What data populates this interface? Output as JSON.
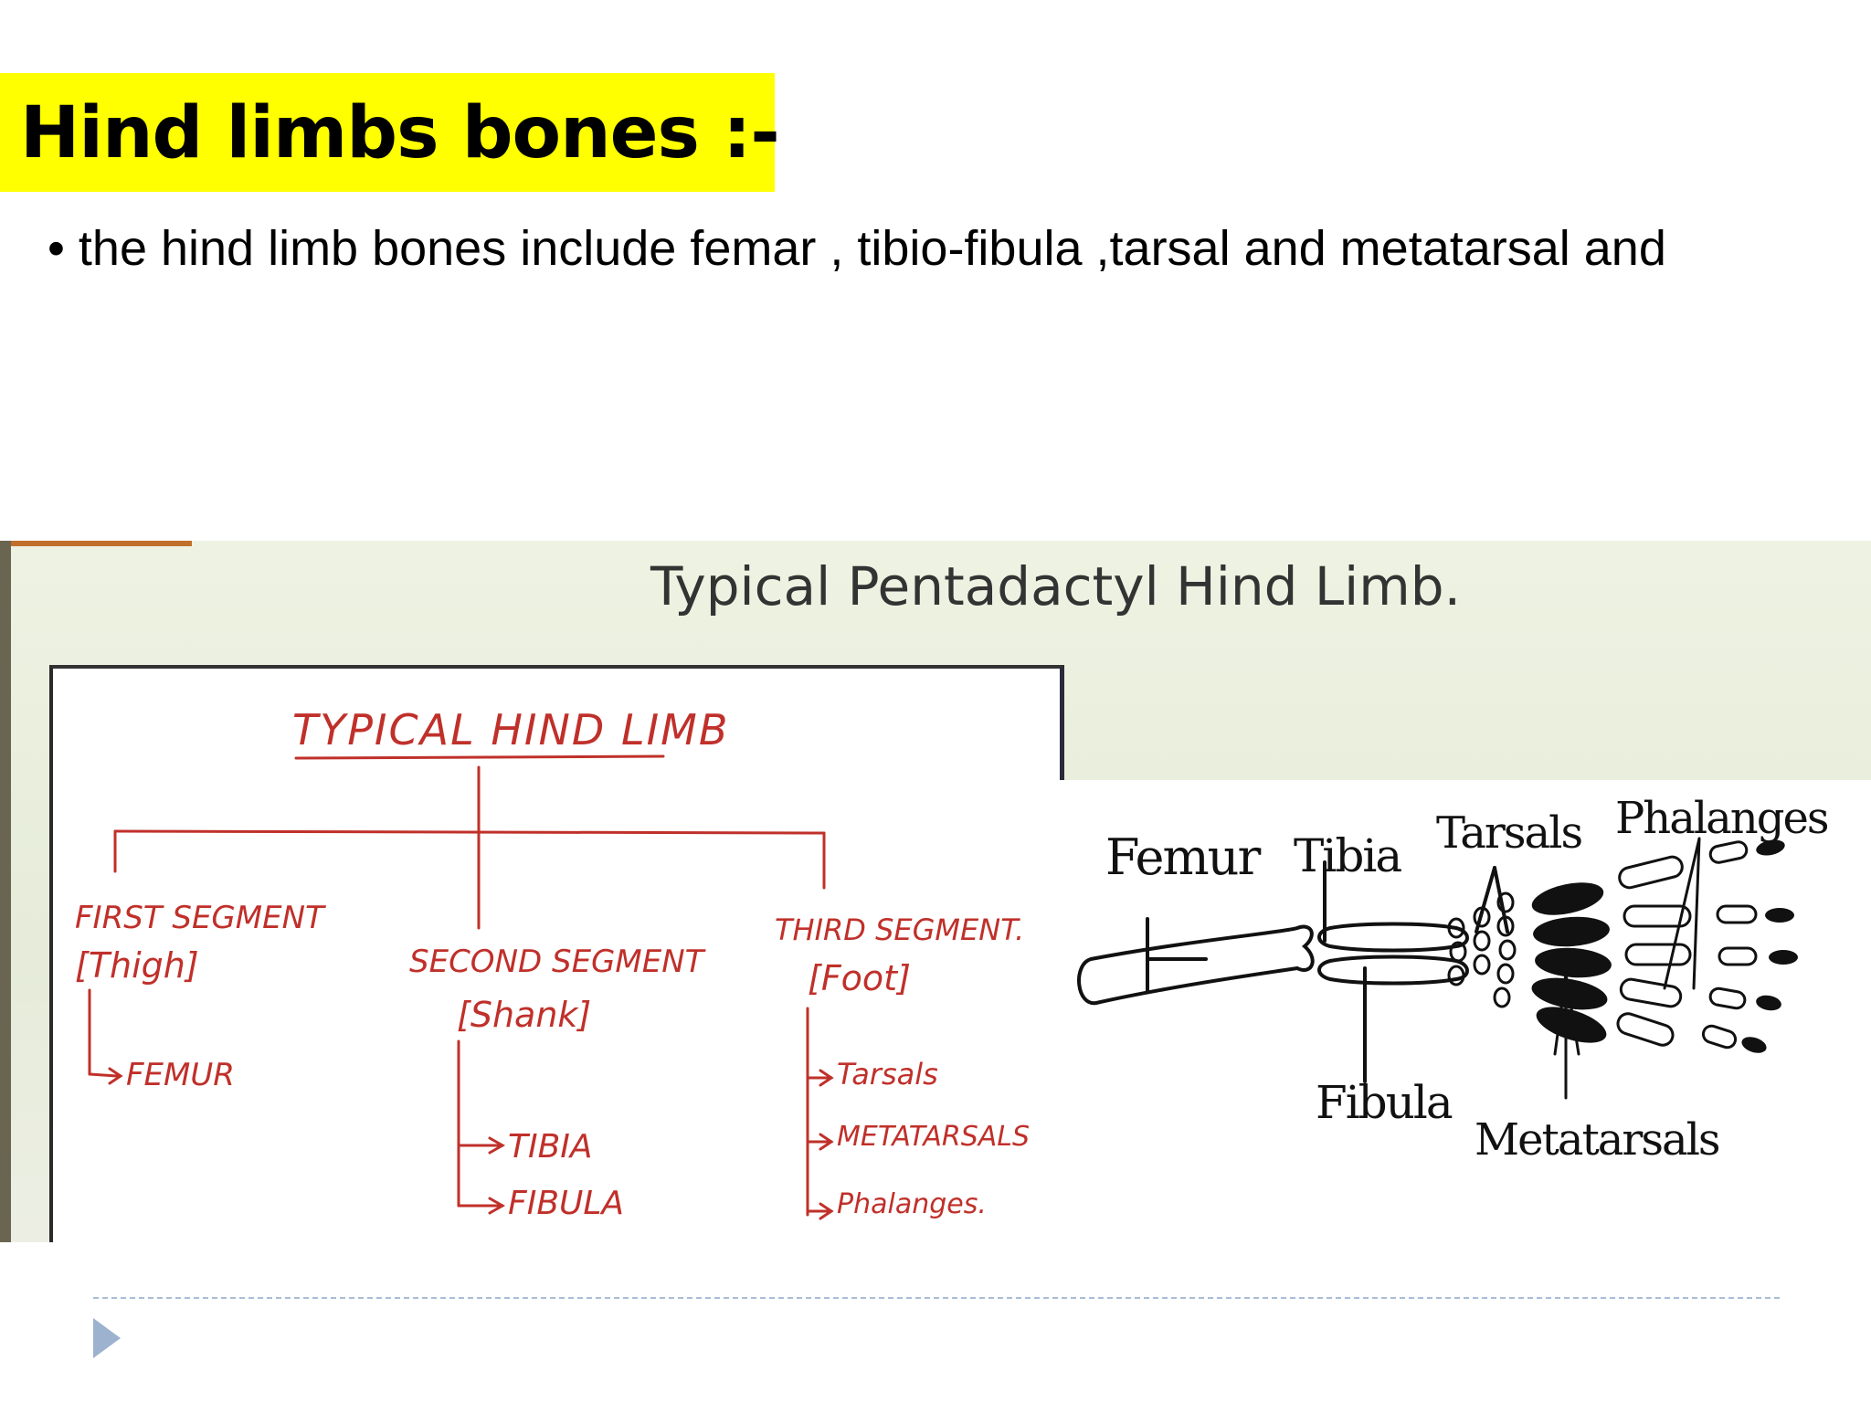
{
  "slide": {
    "title": "Hind limbs bones :-",
    "bullet": "• the hind limb bones include femar , tibio-fibula ,tarsal and metatarsal and"
  },
  "photo": {
    "heading": "Typical Pentadactyl Hind Limb.",
    "board": {
      "root": "TYPICAL HIND LIMB",
      "first_segment": "FIRST SEGMENT",
      "first_segment_part": "[Thigh]",
      "first_segment_bone": "FEMUR",
      "second_segment": "SECOND SEGMENT",
      "second_segment_part": "[Shank]",
      "second_segment_bones": [
        "TIBIA",
        "FIBULA"
      ],
      "third_segment": "THIRD SEGMENT.",
      "third_segment_part": "[Foot]",
      "third_segment_bones": [
        "Tarsals",
        "METATARSALS",
        "Phalanges."
      ],
      "ink_color": "#c0302a"
    },
    "diagram": {
      "labels": {
        "femur": "Femur",
        "tibia": "Tibia",
        "tarsals": "Tarsals",
        "phalanges": "Phalanges",
        "fibula": "Fibula",
        "metatarsals": "Metatarsals"
      }
    }
  },
  "colors": {
    "title_highlight": "#ffff00",
    "divider": "#a9bdd6",
    "nav_arrow": "#9db2cf"
  },
  "icons": {
    "next_slide": "triangle-right-icon"
  }
}
